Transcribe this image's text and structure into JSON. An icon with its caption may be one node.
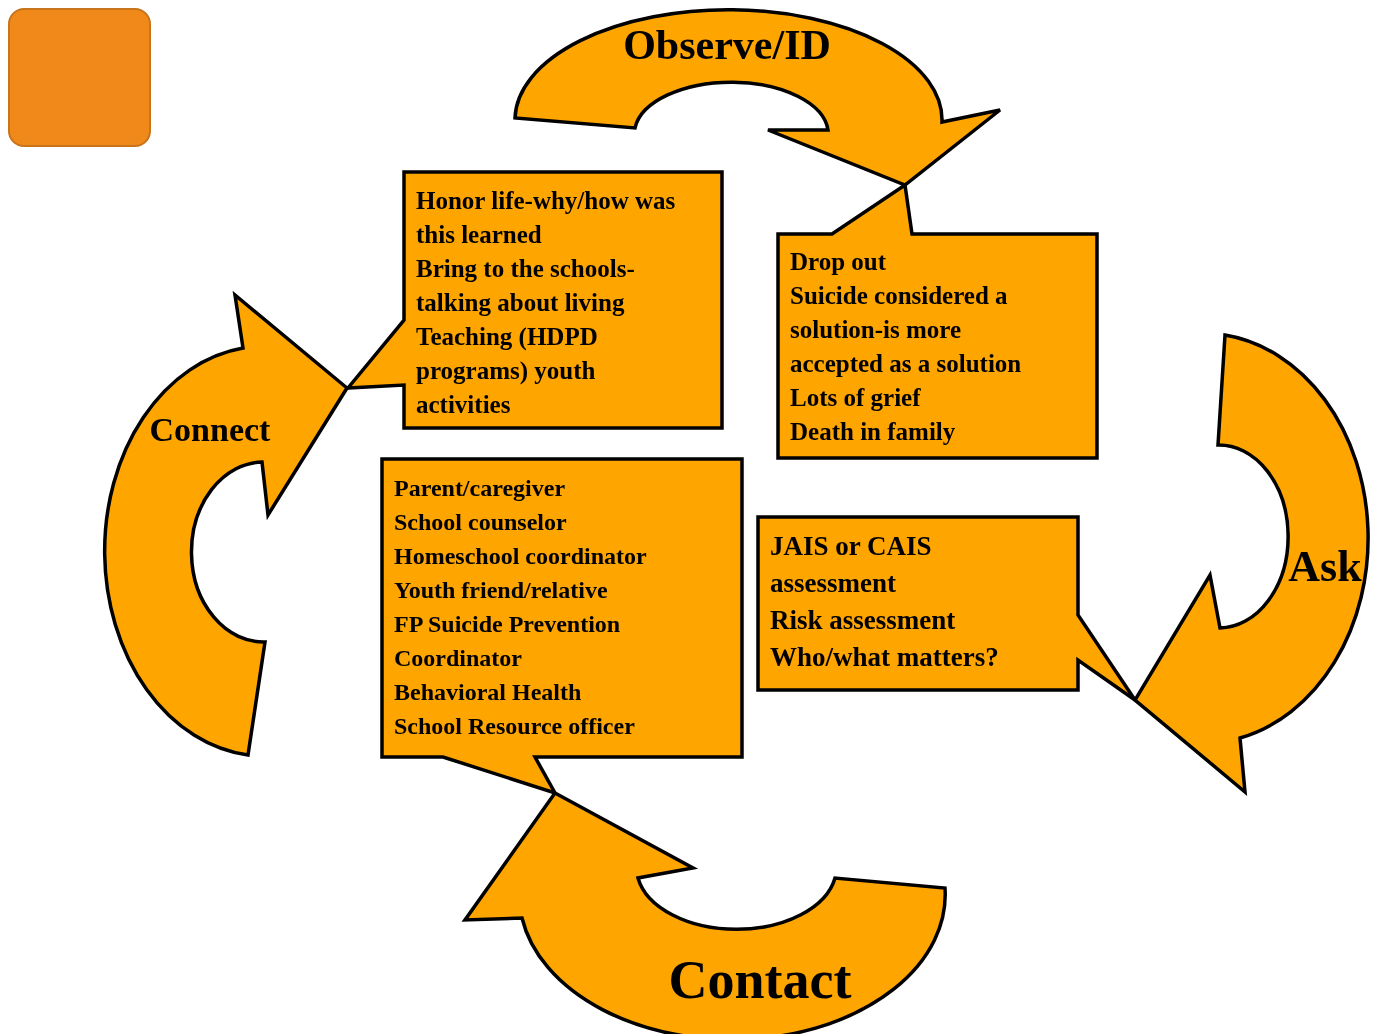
{
  "diagram": {
    "nodes": [
      {
        "text": [],
        "shape": "box"
      },
      {
        "text": [
          "Observe/ID"
        ]
      },
      {
        "text": [
          "Honor life-why/how was this learned",
          "Bring to the schools-talking about living",
          "Teaching (HDPD programs) youth activities"
        ]
      },
      {
        "text": [
          "Drop out",
          "Suicide considered a solution-is more accepted as a solution",
          "Lots of grief",
          "Death in family"
        ]
      },
      {
        "text": [
          "Connect"
        ]
      },
      {
        "text": [
          "Ask"
        ]
      },
      {
        "text": [
          "Parent/caregiver",
          "School counselor",
          "Homeschool coordinator",
          "Youth friend/relative",
          "FP Suicide Prevention Coordinator",
          "Behavioral Health",
          "School Resource officer"
        ]
      },
      {
        "text": [
          "JAIS or CAIS assessment",
          "Risk assessment",
          "Who/what matters?"
        ]
      },
      {
        "text": [
          "Contact"
        ]
      }
    ]
  }
}
